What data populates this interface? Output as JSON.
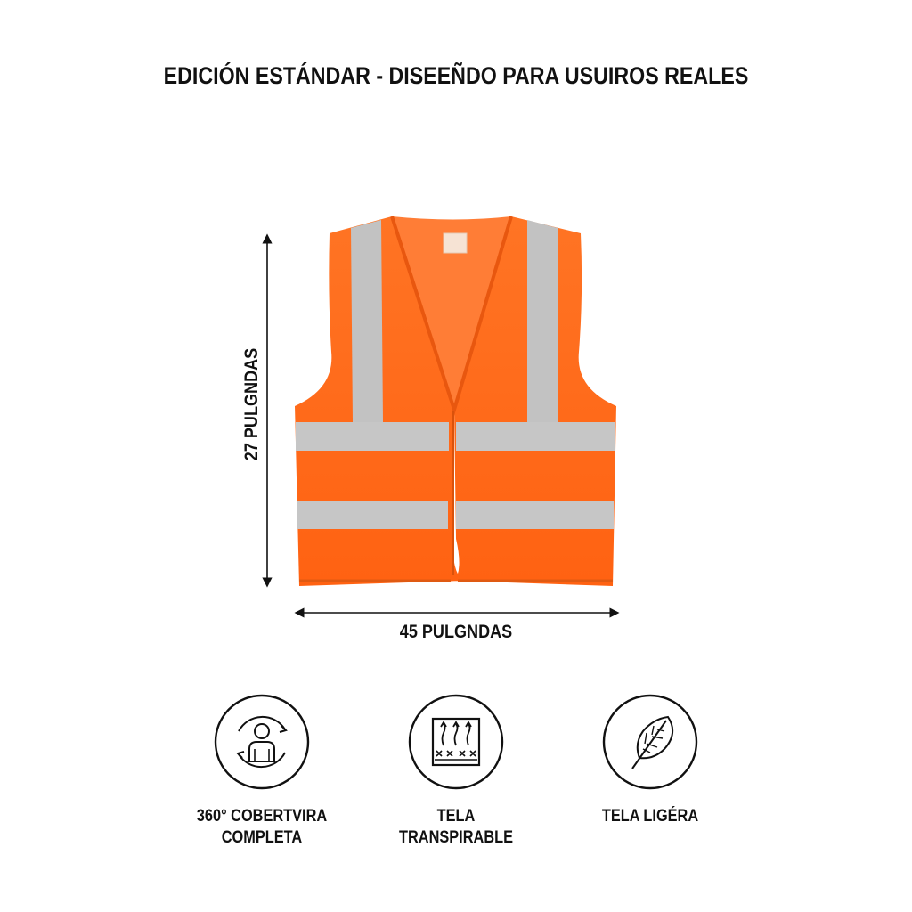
{
  "header": {
    "title": "EDICIÓN ESTÁNDAR - DISEEÑDO PARA USUIROS REALES"
  },
  "product": {
    "image": "orange-safety-vest-with-reflective-stripes",
    "colors": {
      "vest": "#ff6a1a",
      "reflective": "#bfbfbf"
    },
    "dimensions": {
      "height_label": "27 PULGNDAS",
      "width_label": "45 PULGNDAS"
    }
  },
  "features": [
    {
      "icon": "person-360-icon",
      "label": "360° COBERTVIRA\nCOMPLETA"
    },
    {
      "icon": "breathable-fabric-icon",
      "label": "TELA\nTRANSPIRABLE"
    },
    {
      "icon": "feather-icon",
      "label": "TELA LIGÉRA"
    }
  ]
}
